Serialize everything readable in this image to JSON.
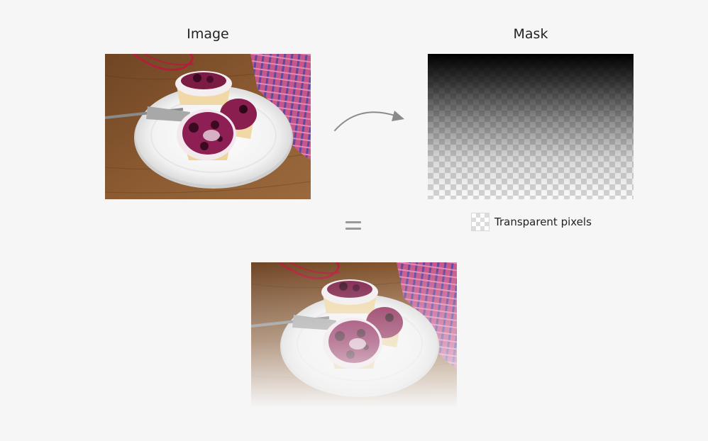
{
  "titles": {
    "image": "Image",
    "mask": "Mask"
  },
  "operator": "=",
  "legend": {
    "label": "Transparent pixels",
    "icon": "checkerboard-icon"
  },
  "colors": {
    "background": "#f6f6f6",
    "text": "#222222",
    "arrow": "#8a8a8a",
    "equals": "#999999",
    "mask_dark": "#000000",
    "checker": "#d6d6d6"
  },
  "icons": {
    "arrow": "curved-arrow-icon",
    "equals": "equals-icon"
  }
}
